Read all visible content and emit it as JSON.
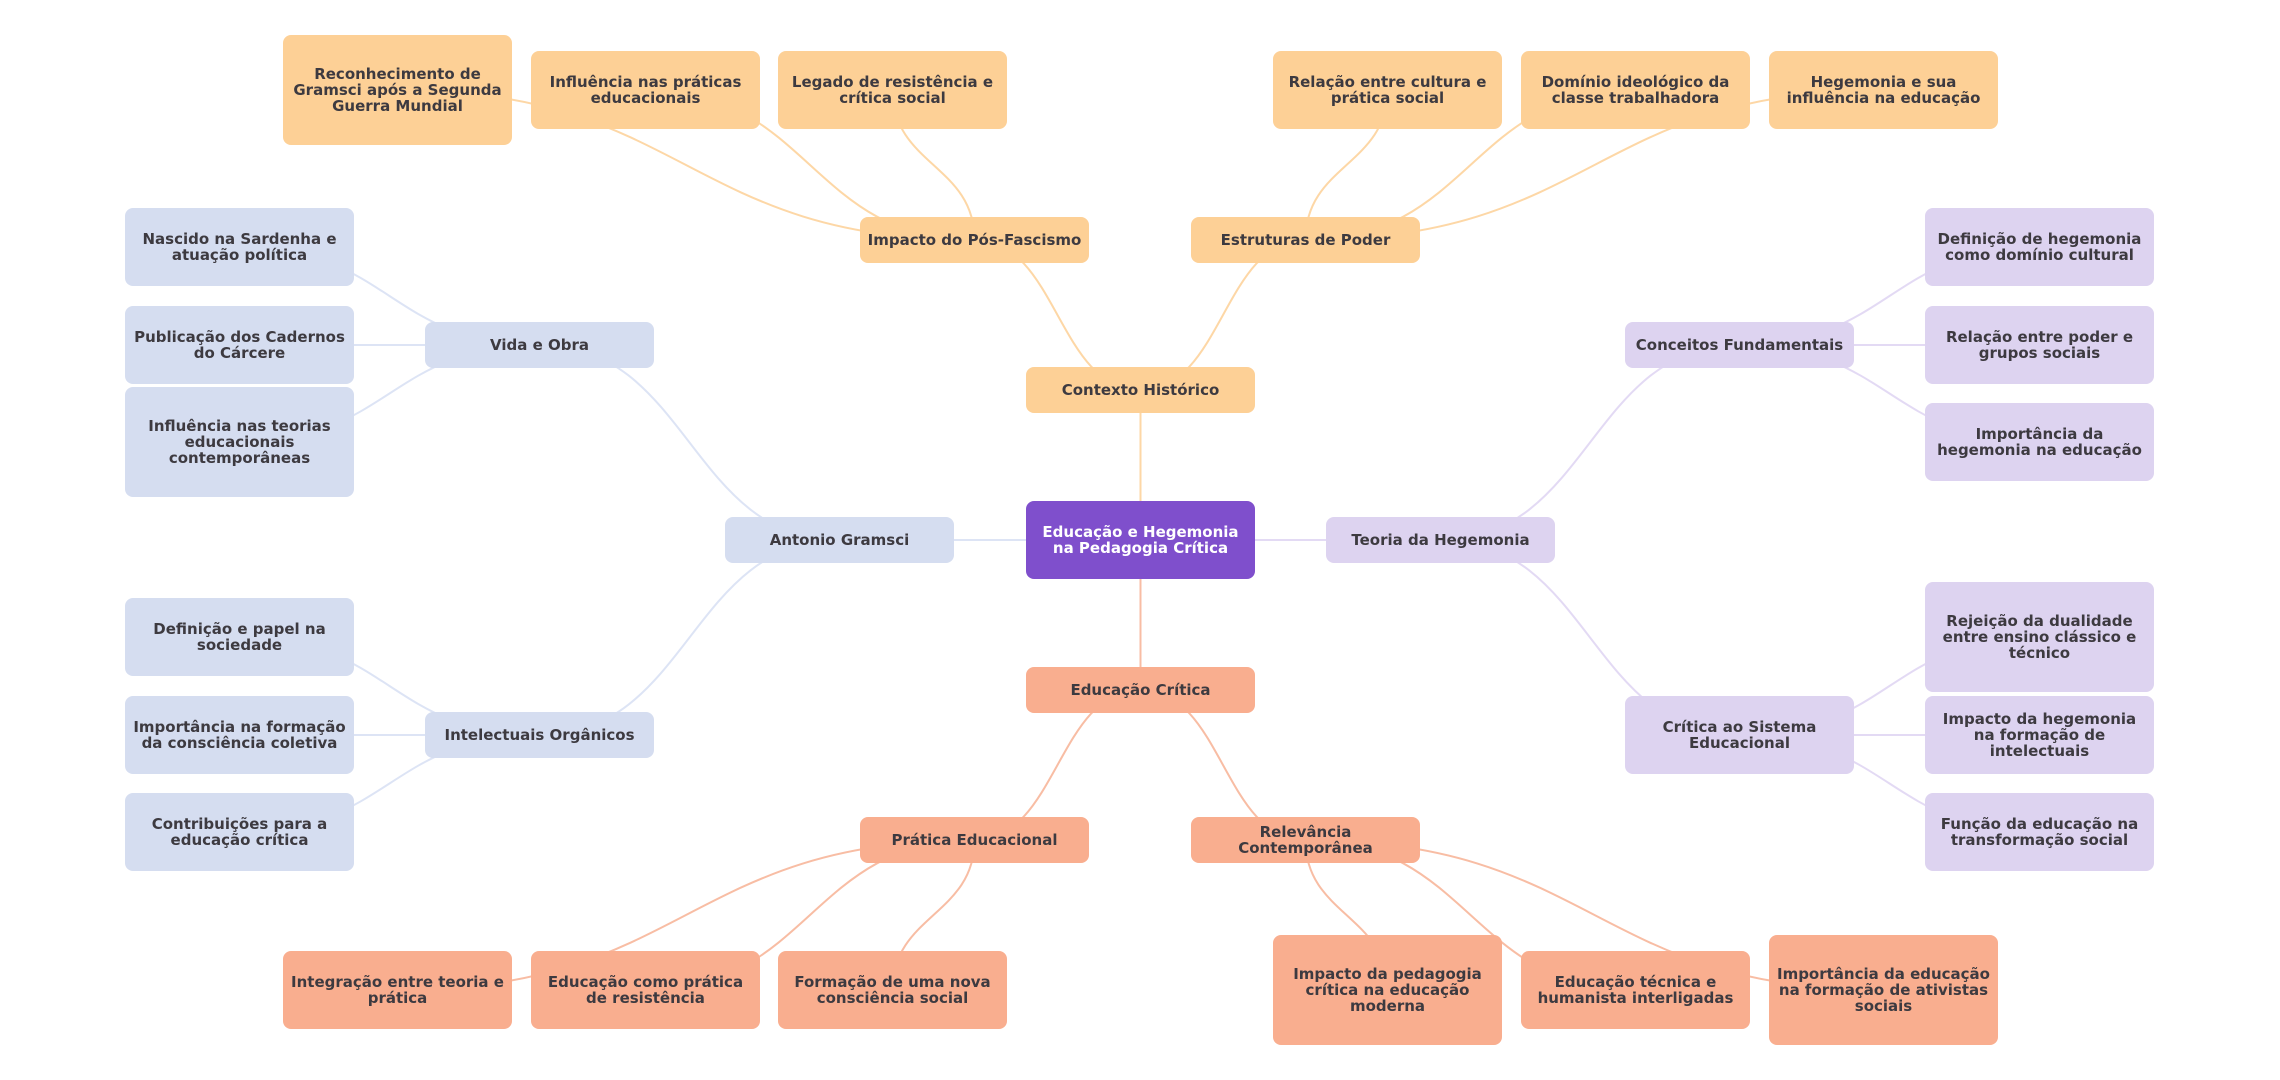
{
  "mindmap": {
    "root": {
      "label": "Educação e Hegemonia na Pedagogia Crítica",
      "color": "#7f4fcc"
    },
    "colors": {
      "orange": "#fdd096",
      "salmon": "#f9ae8f",
      "blue": "#d5ddf0",
      "purple": "#ddd3f0",
      "text": "#3d3a40",
      "edge_orange": "#fdd7a6",
      "edge_salmon": "#f8bda4",
      "edge_blue": "#dde4f5",
      "edge_purple": "#e3daf4"
    },
    "branches": {
      "contexto": {
        "label": "Contexto Histórico",
        "impacto": {
          "label": "Impacto do Pós-Fascismo",
          "children": [
            "Reconhecimento de Gramsci após a Segunda Guerra Mundial",
            "Influência nas práticas educacionais",
            "Legado de resistência e crítica social"
          ]
        },
        "estruturas": {
          "label": "Estruturas de Poder",
          "children": [
            "Relação entre cultura e prática social",
            "Domínio ideológico da classe trabalhadora",
            "Hegemonia e sua influência na educação"
          ]
        }
      },
      "gramsci": {
        "label": "Antonio Gramsci",
        "vida": {
          "label": "Vida e Obra",
          "children": [
            "Nascido na Sardenha e atuação política",
            "Publicação dos Cadernos do Cárcere",
            "Influência nas teorias educacionais contemporâneas"
          ]
        },
        "intelectuais": {
          "label": "Intelectuais Orgânicos",
          "children": [
            "Definição e papel na sociedade",
            "Importância na formação da consciência coletiva",
            "Contribuições para a educação crítica"
          ]
        }
      },
      "hegemonia": {
        "label": "Teoria da Hegemonia",
        "conceitos": {
          "label": "Conceitos Fundamentais",
          "children": [
            "Definição de hegemonia como domínio cultural",
            "Relação entre poder e grupos sociais",
            "Importância da hegemonia na educação"
          ]
        },
        "critica": {
          "label": "Crítica ao Sistema Educacional",
          "children": [
            "Rejeição da dualidade entre ensino clássico e técnico",
            "Impacto da hegemonia na formação de intelectuais",
            "Função da educação na transformação social"
          ]
        }
      },
      "educacao": {
        "label": "Educação Crítica",
        "pratica": {
          "label": "Prática Educacional",
          "children": [
            "Integração entre teoria e prática",
            "Educação como prática de resistência",
            "Formação de uma nova consciência social"
          ]
        },
        "relevancia": {
          "label": "Relevância Contemporânea",
          "children": [
            "Impacto da pedagogia crítica na educação moderna",
            "Educação técnica e humanista interligadas",
            "Importância da educação na formação de ativistas sociais"
          ]
        }
      }
    }
  }
}
